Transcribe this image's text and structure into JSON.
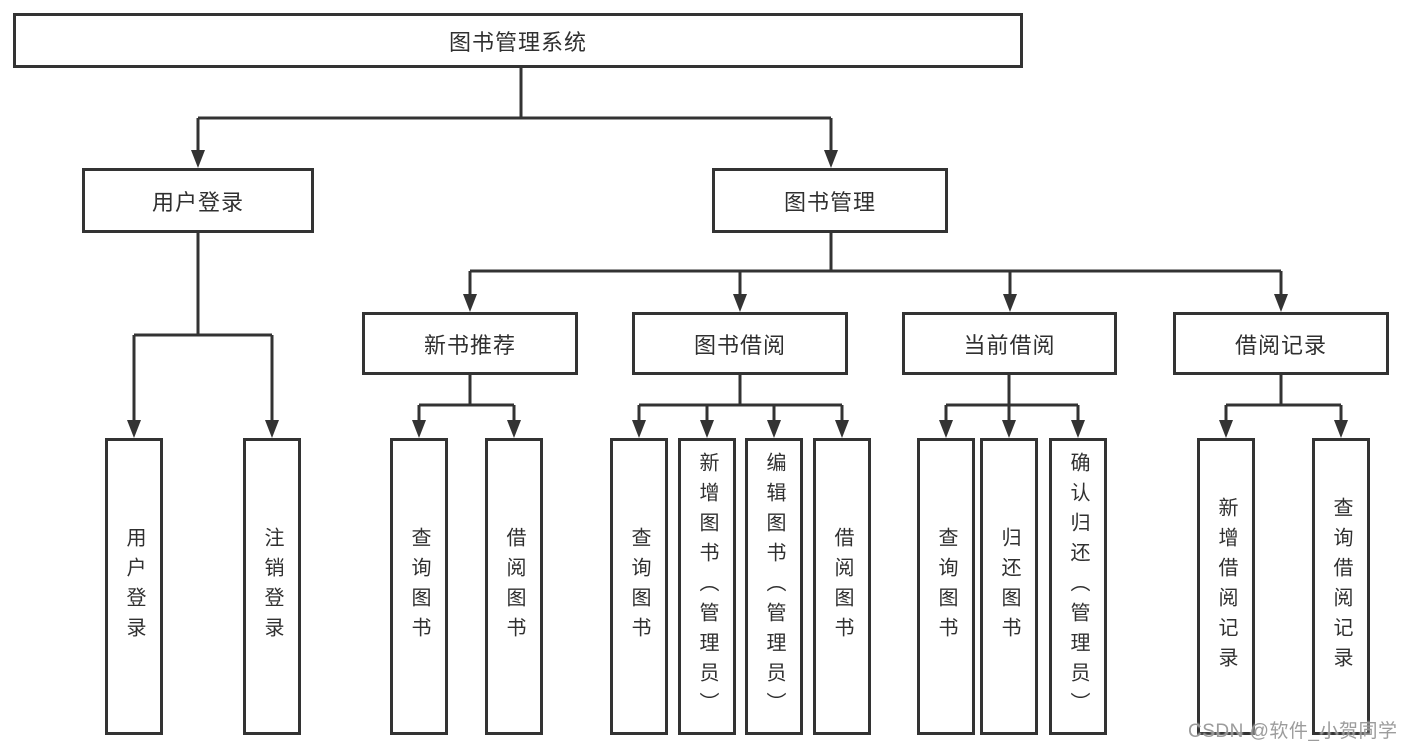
{
  "diagram_title": "图书管理系统",
  "colors": {
    "line": "#333333",
    "text": "#303030",
    "box_background": "#ffffff",
    "watermark": "#949494"
  },
  "nodes": {
    "root": {
      "label": "图书管理系统"
    },
    "level2": [
      {
        "label": "用户登录"
      },
      {
        "label": "图书管理"
      }
    ],
    "level3": [
      {
        "label": "新书推荐",
        "parent": "图书管理"
      },
      {
        "label": "图书借阅",
        "parent": "图书管理"
      },
      {
        "label": "当前借阅",
        "parent": "图书管理"
      },
      {
        "label": "借阅记录",
        "parent": "图书管理"
      }
    ],
    "leaves": [
      {
        "label": "用户登录",
        "parent": "用户登录"
      },
      {
        "label": "注销登录",
        "parent": "用户登录"
      },
      {
        "label": "查询图书",
        "parent": "新书推荐"
      },
      {
        "label": "借阅图书",
        "parent": "新书推荐"
      },
      {
        "label": "查询图书",
        "parent": "图书借阅"
      },
      {
        "label": "新增图书（管理员）",
        "parent": "图书借阅"
      },
      {
        "label": "编辑图书（管理员）",
        "parent": "图书借阅"
      },
      {
        "label": "借阅图书",
        "parent": "图书借阅"
      },
      {
        "label": "查询图书",
        "parent": "当前借阅"
      },
      {
        "label": "归还图书",
        "parent": "当前借阅"
      },
      {
        "label": "确认归还（管理员）",
        "parent": "当前借阅"
      },
      {
        "label": "新增借阅记录",
        "parent": "借阅记录"
      },
      {
        "label": "查询借阅记录",
        "parent": "借阅记录"
      }
    ]
  },
  "watermark": "CSDN @软件_小贺同学"
}
